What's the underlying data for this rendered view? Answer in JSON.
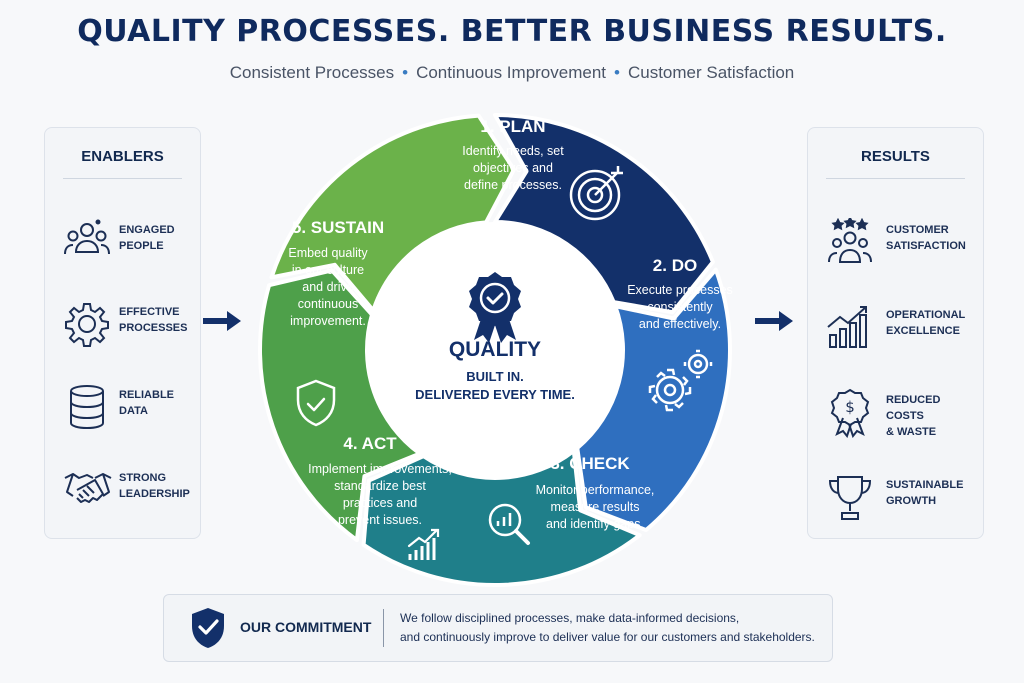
{
  "header": {
    "title": "QUALITY PROCESSES. BETTER BUSINESS RESULTS.",
    "subtitle_items": [
      "Consistent Processes",
      "Continuous Improvement",
      "Customer Satisfaction"
    ]
  },
  "enablers": {
    "heading": "ENABLERS",
    "items": [
      {
        "line1": "ENGAGED",
        "line2": "PEOPLE",
        "icon": "people-icon"
      },
      {
        "line1": "EFFECTIVE",
        "line2": "PROCESSES",
        "icon": "gear-icon"
      },
      {
        "line1": "RELIABLE",
        "line2": "DATA",
        "icon": "database-icon"
      },
      {
        "line1": "STRONG",
        "line2": "LEADERSHIP",
        "icon": "handshake-icon"
      }
    ]
  },
  "results": {
    "heading": "RESULTS",
    "items": [
      {
        "line1": "CUSTOMER",
        "line2": "SATISFACTION",
        "icon": "rated-people-icon"
      },
      {
        "line1": "OPERATIONAL",
        "line2": "EXCELLENCE",
        "icon": "growth-chart-icon"
      },
      {
        "line1": "REDUCED COSTS",
        "line2": "& WASTE",
        "icon": "dollar-badge-icon"
      },
      {
        "line1": "SUSTAINABLE",
        "line2": "GROWTH",
        "icon": "trophy-icon"
      }
    ]
  },
  "cycle": {
    "plan": {
      "title": "1. PLAN",
      "desc": [
        "Identify needs, set",
        "objectives and",
        "define processes."
      ],
      "color": "#13306a"
    },
    "do": {
      "title": "2. DO",
      "desc": [
        "Execute processes",
        "consistently",
        "and effectively."
      ],
      "color": "#2f6fbf"
    },
    "check": {
      "title": "3. CHECK",
      "desc": [
        "Monitor performance,",
        "measure results",
        "and identify gaps."
      ],
      "color": "#1f7f8a"
    },
    "act": {
      "title": "4. ACT",
      "desc": [
        "Implement improvements,",
        "standardize best",
        "practices and",
        "prevent issues."
      ],
      "color": "#4ea04a"
    },
    "sustain": {
      "title": "5. SUSTAIN",
      "desc": [
        "Embed quality",
        "in our culture",
        "and drive",
        "continuous",
        "improvement."
      ],
      "color": "#6bb24a"
    }
  },
  "center": {
    "title": "QUALITY",
    "line1": "BUILT IN.",
    "line2": "DELIVERED EVERY TIME."
  },
  "commitment": {
    "title": "OUR COMMITMENT",
    "line1": "We follow disciplined processes, make data-informed decisions,",
    "line2": "and continuously improve to deliver value for our customers and stakeholders."
  }
}
